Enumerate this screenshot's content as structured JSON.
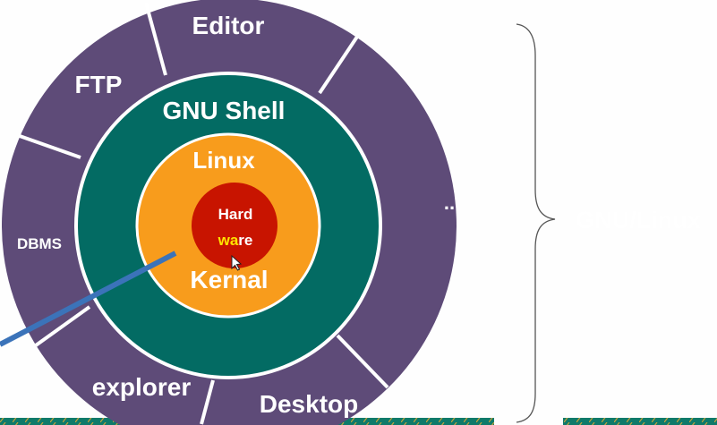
{
  "colors": {
    "outer_ring": "#5e4b78",
    "shell": "#036b63",
    "kernel": "#f89c1c",
    "hardware": "#c81400",
    "pointer_line": "#3b73b9",
    "accent_text": "#006e64",
    "highlight": "#ffe400"
  },
  "layers": {
    "applications": [
      "Editor",
      "FTP",
      "DBMS",
      "explorer",
      "Desktop",
      "..."
    ],
    "shell": "GNU Shell",
    "kernel_top": "Linux",
    "kernel_bottom": "Kernal",
    "hardware_line1": "Hard",
    "hardware_line2_highlight": "wa",
    "hardware_line2_rest": "re"
  },
  "brace_label": "GNU/Linux"
}
